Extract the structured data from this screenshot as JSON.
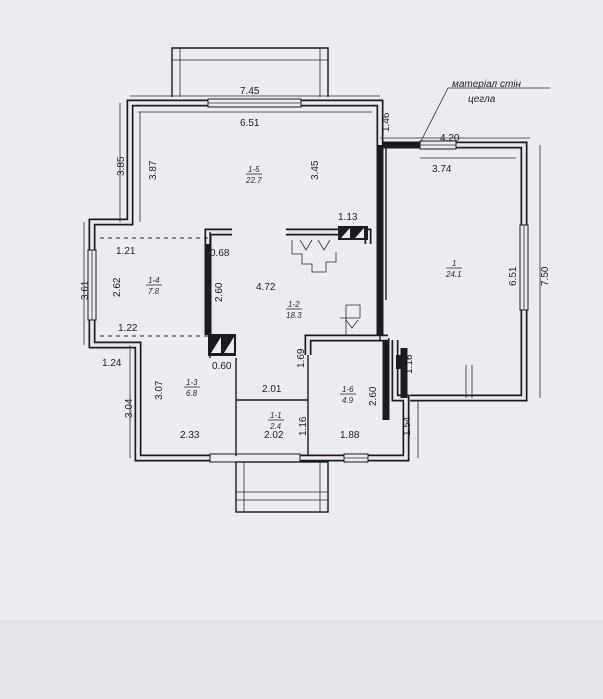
{
  "note": {
    "line1": "матеріал стін",
    "line2": "цегла"
  },
  "dimensions": {
    "top_outer": "7.45",
    "top_inner": "6.51",
    "step_h": "1.46",
    "right_top_outer": "4.20",
    "right_top_inner": "3.74",
    "left_upper_outer": "3.85",
    "left_upper_inner": "3.87",
    "upper_room_h": "3.45",
    "stair_w": "1.13",
    "left_mid_w": "1.21",
    "left_mid_h_outer": "3.61",
    "left_mid_h_inner": "2.62",
    "hall_left_h": "2.60",
    "hall_w": "4.72",
    "closet_w": "0.68",
    "left_mid_bottom_w": "1.22",
    "left_low_outer_w": "1.24",
    "chimney_w": "0.60",
    "corr_h": "1.69",
    "left_low_h_outer": "3.04",
    "left_low_h_inner": "3.07",
    "porch_w_top": "2.01",
    "porch_w_bottom": "2.02",
    "wc_h": "1.16",
    "bath_h": "2.60",
    "left_low_w": "2.33",
    "bath_w": "1.88",
    "right_step_h": "1.16",
    "right_low_h": "1.54",
    "garage_h_inner": "6.51",
    "garage_h_outer": "7.50"
  },
  "rooms": [
    {
      "id": "1-5",
      "area": "22.7"
    },
    {
      "id": "1-4",
      "area": "7.8"
    },
    {
      "id": "1-2",
      "area": "18.3"
    },
    {
      "id": "1-3",
      "area": "6.8"
    },
    {
      "id": "1-1",
      "area": "2.4"
    },
    {
      "id": "1-6",
      "area": "4.9"
    },
    {
      "id": "1",
      "area": "24.1"
    }
  ]
}
